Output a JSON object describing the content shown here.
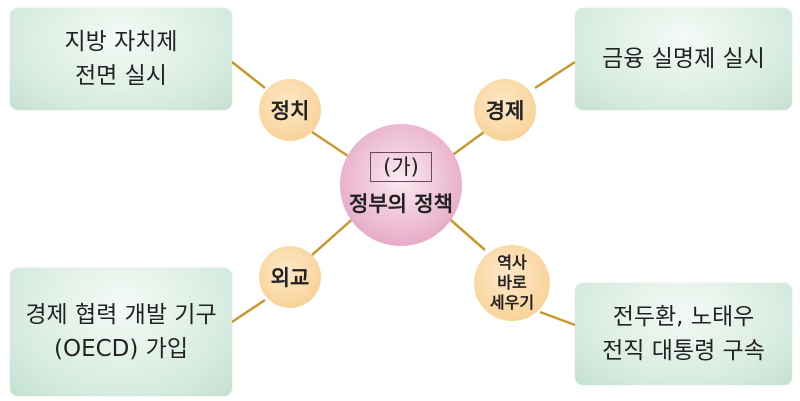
{
  "center": {
    "label": "(가)",
    "title": "정부의 정책"
  },
  "nodes": {
    "politics": "정치",
    "economy": "경제",
    "diplomacy": "외교",
    "history": [
      "역사",
      "바로",
      "세우기"
    ]
  },
  "boxes": {
    "politics": [
      "지방 자치제",
      "전면 실시"
    ],
    "economy": [
      "금융 실명제 실시"
    ],
    "diplomacy": [
      "경제 협력 개발 기구",
      "(OECD) 가입"
    ],
    "history": [
      "전두환, 노태우",
      "전직 대통령 구속"
    ]
  },
  "colors": {
    "line": "#c8982a",
    "box": "#d6ebdf",
    "node": "#f9d49b",
    "center": "#eab3cd"
  }
}
